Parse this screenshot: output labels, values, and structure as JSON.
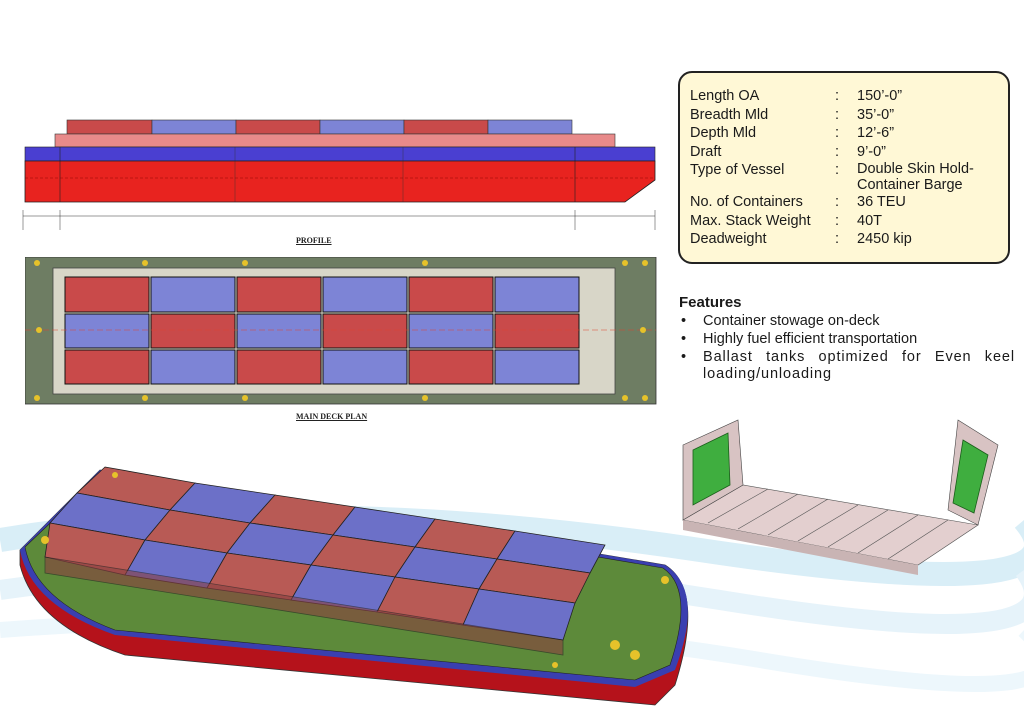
{
  "specs": [
    {
      "label": "Length OA",
      "value": "150’-0”"
    },
    {
      "label": "Breadth Mld",
      "value": "35’-0”"
    },
    {
      "label": "Depth Mld",
      "value": "12’-6”"
    },
    {
      "label": "Draft",
      "value": "9’-0”"
    },
    {
      "label": "Type of Vessel",
      "value": "Double Skin Hold-\nContainer Barge"
    },
    {
      "label": "No. of Containers",
      "value": "36 TEU"
    },
    {
      "label": "Max. Stack Weight",
      "value": "40T"
    },
    {
      "label": "Deadweight",
      "value": "2450 kip"
    }
  ],
  "separator": ":",
  "features": {
    "heading": "Features",
    "items": [
      "Container stowage on-deck",
      "Highly fuel efficient transportation",
      "Ballast tanks optimized for Even keel loading/unloading"
    ]
  },
  "drawings": {
    "profile_label": "PROFILE",
    "deck_label": "MAIN DECK PLAN"
  },
  "colors": {
    "hull_red": "#e8231f",
    "deck_blue": "#4a3fd1",
    "deck_green": "#6e8a3c",
    "container_red": "#c94a4a",
    "container_blue": "#7d84d6"
  }
}
